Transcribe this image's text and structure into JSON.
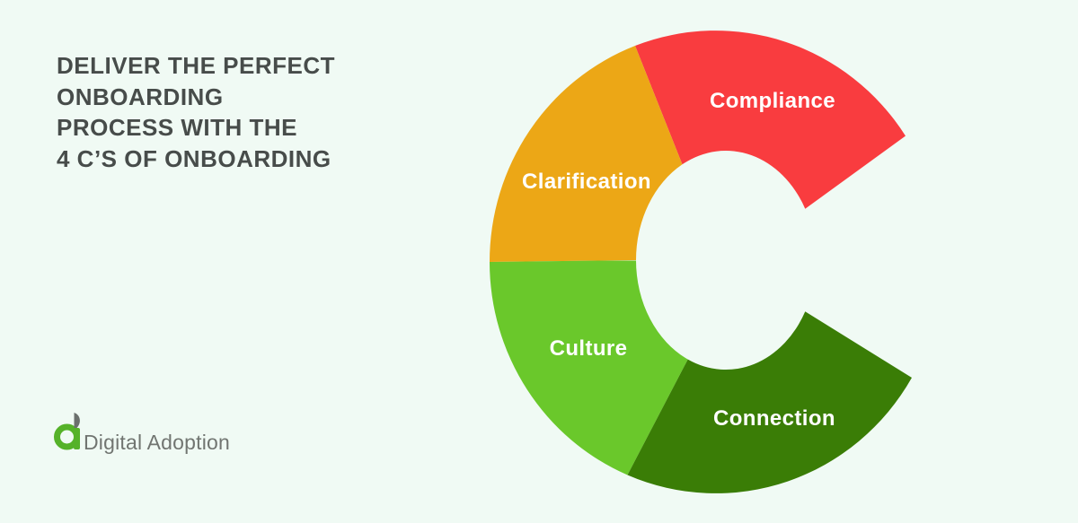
{
  "background_color": "#F0FAF4",
  "title": {
    "lines": [
      "DELIVER THE PERFECT",
      "ONBOARDING",
      "PROCESS WITH THE",
      "4 C’S OF ONBOARDING"
    ],
    "color": "#474C4A"
  },
  "diagram": {
    "type": "segmented-letter-C",
    "description": "Letter C wheel split into 4 colored segments, opening on the right",
    "opening": "right",
    "label_text_color": "#FFFFFF",
    "segments": [
      {
        "label": "Compliance",
        "color": "#F93C3F",
        "position": "top-right"
      },
      {
        "label": "Clarification",
        "color": "#ECA716",
        "position": "top-left"
      },
      {
        "label": "Culture",
        "color": "#6AC82B",
        "position": "bottom-left"
      },
      {
        "label": "Connection",
        "color": "#3A7D06",
        "position": "bottom-right"
      }
    ]
  },
  "logo": {
    "text": "Digital Adoption",
    "text_color": "#717571",
    "mark_green": "#55B229",
    "mark_gray": "#6B706D"
  }
}
